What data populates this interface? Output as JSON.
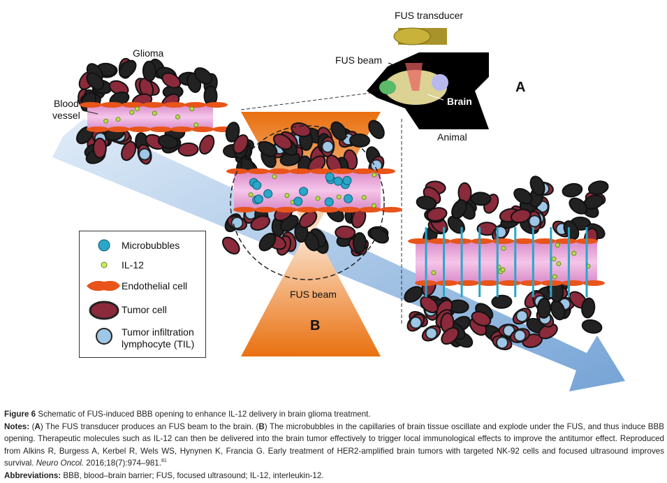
{
  "figure": {
    "labels": {
      "fus_transducer": "FUS transducer",
      "fus_beam_top": "FUS beam",
      "brain": "Brain",
      "panel_a": "A",
      "animal": "Animal",
      "glioma": "Glioma",
      "blood_vessel_1": "Blood",
      "blood_vessel_2": "vessel",
      "fus_beam_bottom": "FUS beam",
      "panel_b": "B"
    },
    "legend": [
      {
        "label": "Microbubbles",
        "icon": "microbubble-icon"
      },
      {
        "label": "IL-12",
        "icon": "il12-icon"
      },
      {
        "label": "Endothelial cell",
        "icon": "endothelial-cell-icon"
      },
      {
        "label": "Tumor cell",
        "icon": "tumor-cell-icon"
      },
      {
        "label": "Tumor infiltration",
        "label2": "lymphocyte (TIL)",
        "icon": "til-icon"
      }
    ],
    "colors": {
      "tumor": "#8a2a3a",
      "dark_cell": "#222222",
      "vessel": "#e9a6d6",
      "endothelial": "#e8541a",
      "bubble": "#2aa6c8",
      "il12": "#b8e04a",
      "arrow": "#6fa4d8",
      "beam": "#f08a2a"
    }
  },
  "caption": {
    "title_bold": "Figure 6",
    "title": " Schematic of FUS-induced BBB opening to enhance IL-12 delivery in brain glioma treatment.",
    "notes_bold": "Notes:",
    "notes_1": " (",
    "notes_a": "A",
    "notes_2": ") The FUS transducer produces an FUS beam to the brain. (",
    "notes_b": "B",
    "notes_3": ") The microbubbles in the capillaries of brain tissue oscillate and explode under the FUS, and thus induce BBB opening. Therapeutic molecules such as IL-12 can then be delivered into the brain tumor effectively to trigger local immunological effects to improve the antitumor effect. Reproduced from Alkins R, Burgess A, Kerbel R, Wels WS, Hynynen K, Francia G. Early treatment of HER2-amplified brain tumors with targeted NK-92 cells and focused ultrasound improves survival. ",
    "journal": "Neuro Oncol.",
    "citation": " 2016;18(7):974–981.",
    "ref": "81",
    "abbr_bold": "Abbreviations:",
    "abbr": " BBB, blood–brain barrier; FUS, focused ultrasound; IL-12, interleukin-12."
  }
}
